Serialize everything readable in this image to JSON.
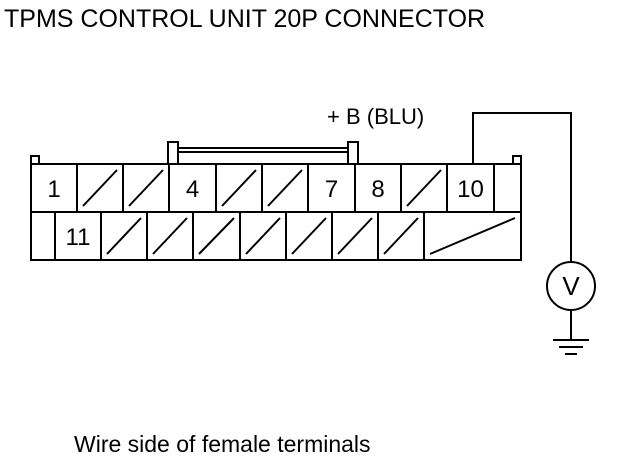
{
  "title": "TPMS CONTROL UNIT 20P CONNECTOR",
  "caption": "Wire side of female terminals",
  "probe_label": "+ B (BLU)",
  "meter_symbol": "V",
  "connector": {
    "row1": [
      {
        "label": "1",
        "empty": false
      },
      {
        "label": "",
        "empty": true
      },
      {
        "label": "",
        "empty": true
      },
      {
        "label": "4",
        "empty": false
      },
      {
        "label": "",
        "empty": true
      },
      {
        "label": "",
        "empty": true
      },
      {
        "label": "7",
        "empty": false
      },
      {
        "label": "8",
        "empty": false
      },
      {
        "label": "",
        "empty": true
      },
      {
        "label": "10",
        "empty": false
      },
      {
        "label": "",
        "empty": false
      }
    ],
    "row2": [
      {
        "label": "",
        "empty": false
      },
      {
        "label": "11",
        "empty": false
      },
      {
        "label": "",
        "empty": true
      },
      {
        "label": "",
        "empty": true
      },
      {
        "label": "",
        "empty": true
      },
      {
        "label": "",
        "empty": true
      },
      {
        "label": "",
        "empty": true
      },
      {
        "label": "",
        "empty": true
      },
      {
        "label": "",
        "empty": true
      },
      {
        "label": "",
        "empty": true
      }
    ]
  }
}
